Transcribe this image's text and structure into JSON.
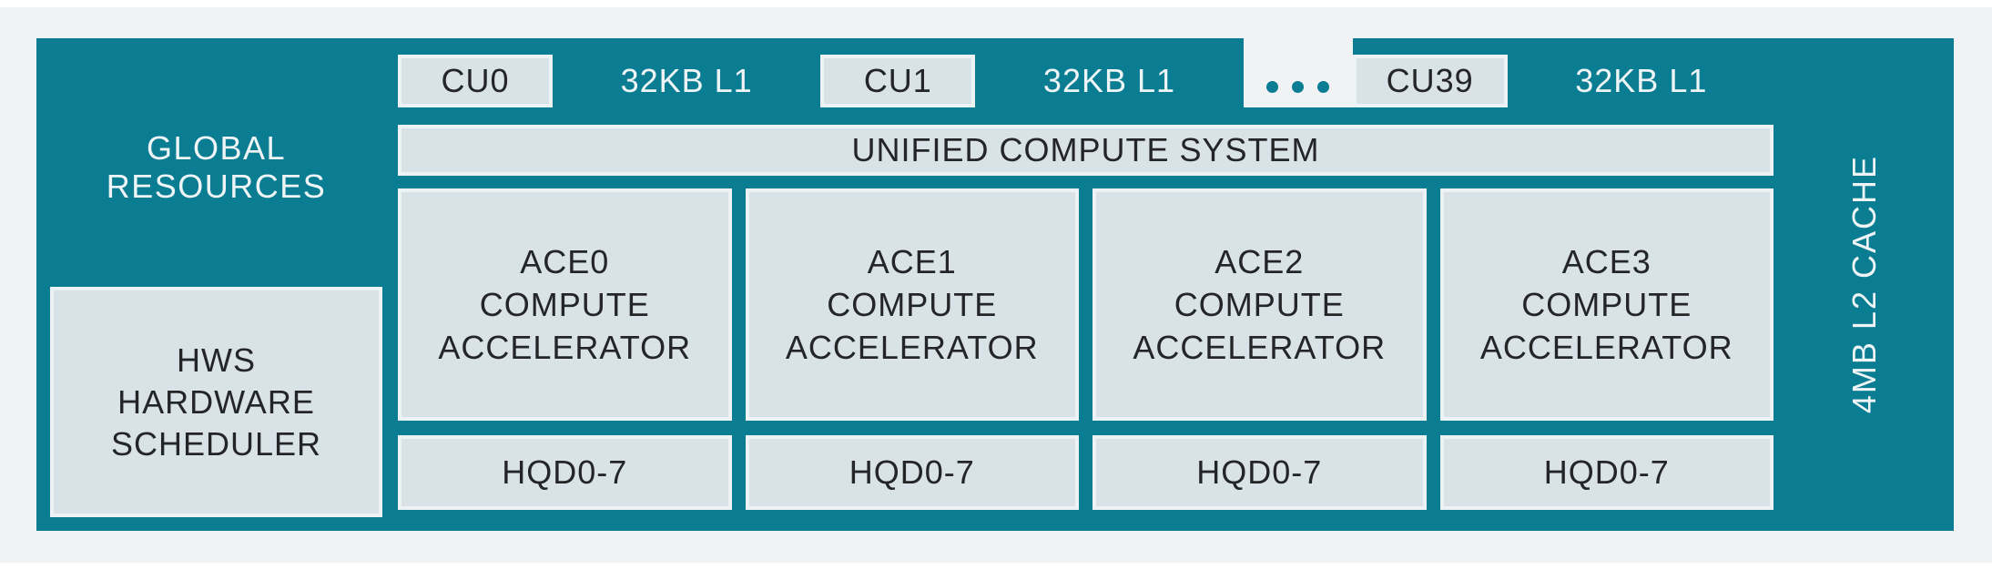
{
  "colors": {
    "teal": "#0A7D93",
    "box_fill": "#D8E2E7",
    "box_border": "#EDF2F4",
    "background": "#F0F2F4",
    "dark_text": "#232528",
    "light_text": "#EFF5F6",
    "page": "#FFFFFF"
  },
  "global_resources": {
    "line1": "GLOBAL",
    "line2": "RESOURCES"
  },
  "hws": {
    "line1": "HWS",
    "line2": "HARDWARE",
    "line3": "SCHEDULER"
  },
  "cu_row": {
    "cu0": "CU0",
    "l1_after_cu0": "32KB L1",
    "cu1": "CU1",
    "l1_after_cu1": "32KB L1",
    "ellipsis_icon": "three-dots-icon",
    "cu39": "CU39",
    "l1_after_cu39": "32KB L1"
  },
  "unified_bar": {
    "label": "UNIFIED COMPUTE SYSTEM"
  },
  "ace_units": [
    {
      "name": "ACE0",
      "type_line1": "COMPUTE",
      "type_line2": "ACCELERATOR",
      "queues": "HQD0-7"
    },
    {
      "name": "ACE1",
      "type_line1": "COMPUTE",
      "type_line2": "ACCELERATOR",
      "queues": "HQD0-7"
    },
    {
      "name": "ACE2",
      "type_line1": "COMPUTE",
      "type_line2": "ACCELERATOR",
      "queues": "HQD0-7"
    },
    {
      "name": "ACE3",
      "type_line1": "COMPUTE",
      "type_line2": "ACCELERATOR",
      "queues": "HQD0-7"
    }
  ],
  "l2_cache": {
    "label": "4MB L2 CACHE"
  }
}
